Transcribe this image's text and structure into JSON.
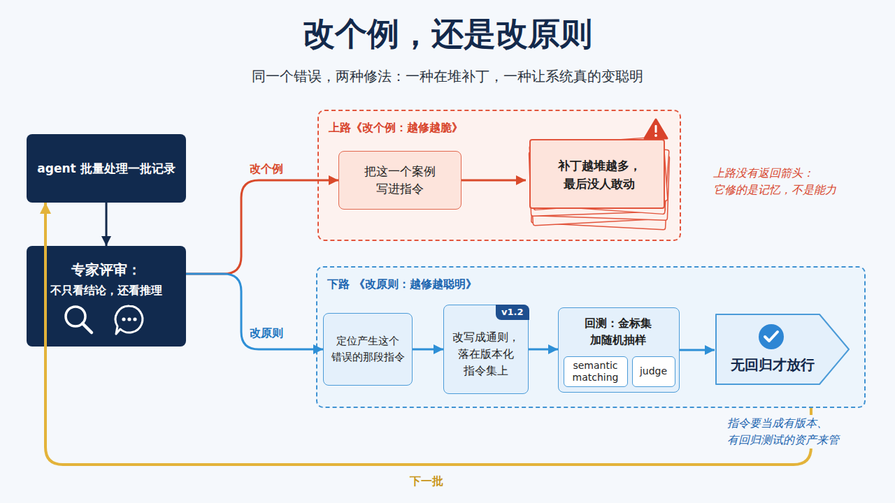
{
  "diagram": {
    "title": "改个例，还是改原则",
    "caption": "同一个错误，两种修法：一种在堆补丁，一种让系统真的变聪明",
    "nodes": [
      {
        "text": [
          "agent 批量处理一批记录"
        ]
      },
      {
        "text": [
          "专家评审：",
          "不只看结论，还看推理"
        ]
      },
      {
        "text": [
          "上路《改个例：越修越脆》"
        ]
      },
      {
        "text": [
          "把这一个案例 写进指令"
        ],
        "in": 2
      },
      {
        "text": [
          "补丁越堆越多， 最后没人敢动"
        ],
        "in": 2
      },
      {
        "text": [
          "下路 《改原则：越修越聪明》"
        ]
      },
      {
        "text": [
          "定位产生这个 错误的那段指令"
        ],
        "in": 5
      },
      {
        "text": [
          "v1.2",
          "改写成通则， 落在版本化 指令集上"
        ],
        "in": 5
      },
      {
        "text": [
          "回测：金标集 加随机抽样"
        ],
        "in": 5
      },
      {
        "text": [
          "semantic matching"
        ],
        "in": 8
      },
      {
        "text": [
          "judge"
        ],
        "in": 8
      },
      {
        "text": [
          "无回归才放行"
        ],
        "in": 5
      }
    ],
    "edges": [
      {
        "from": 0,
        "to": 1,
        "arrow": "to"
      },
      {
        "from": 1,
        "to": 3,
        "label": "改个例",
        "arrow": "to"
      },
      {
        "from": 1,
        "to": 6,
        "label": "改原则",
        "arrow": "to"
      },
      {
        "from": 3,
        "to": 4,
        "arrow": "to"
      },
      {
        "from": 6,
        "to": 7,
        "arrow": "to"
      },
      {
        "from": 7,
        "to": 8,
        "arrow": "to"
      },
      {
        "from": 8,
        "to": 11,
        "arrow": "to"
      },
      {
        "from": 5,
        "to": 0,
        "label": "下一批",
        "arrow": "to"
      }
    ],
    "labels": [
      "上路没有返回箭头： 它修的是记忆，不是能力",
      "指令要当成有版本、 有回归测试的资产来管"
    ]
  }
}
